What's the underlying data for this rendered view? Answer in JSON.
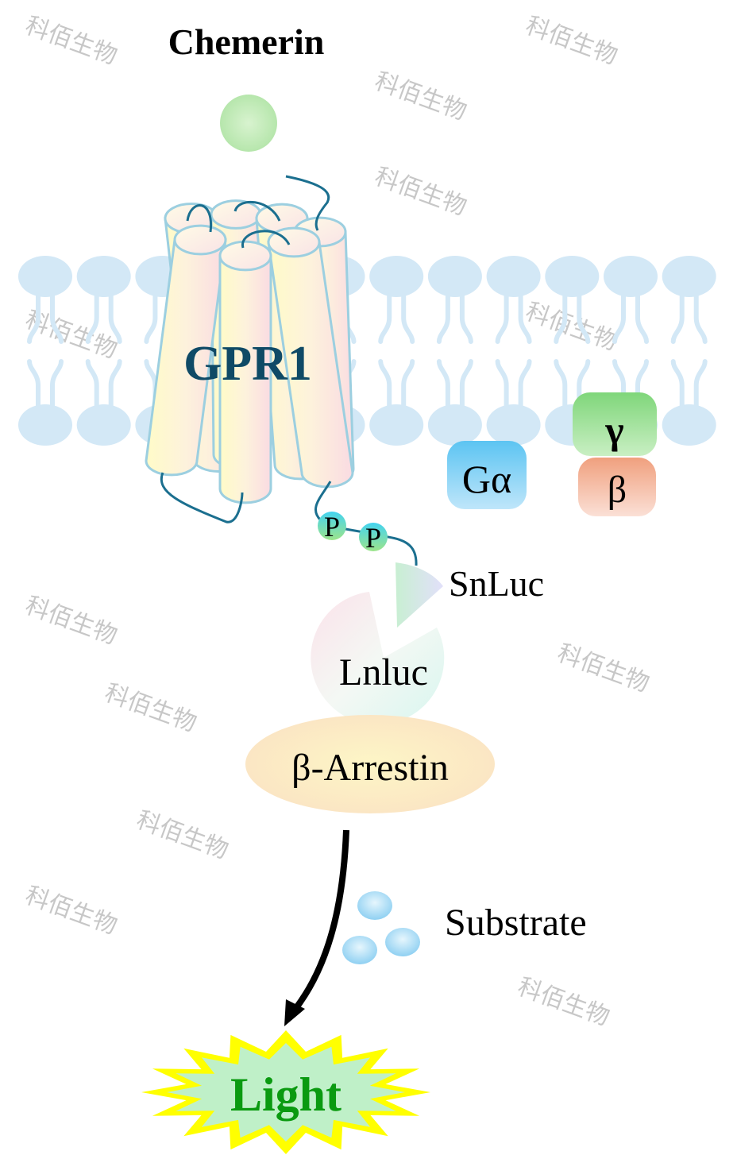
{
  "title": "Chemerin",
  "receptor": "GPR1",
  "phospho": [
    "P",
    "P"
  ],
  "g_protein": {
    "alpha": "Gα",
    "beta": "β",
    "gamma": "γ"
  },
  "snluc": "SnLuc",
  "lnluc": "Lnluc",
  "arrestin": "β-Arrestin",
  "substrate": "Substrate",
  "light": "Light",
  "watermark": "科佰生物",
  "colors": {
    "receptor_text": "#0f4a66",
    "light_text": "#0a9a10",
    "star_outer": "#ffff00",
    "star_inner": "#bff0c8",
    "loop": "#1b6f8f",
    "lipid": "#d3e8f6"
  }
}
